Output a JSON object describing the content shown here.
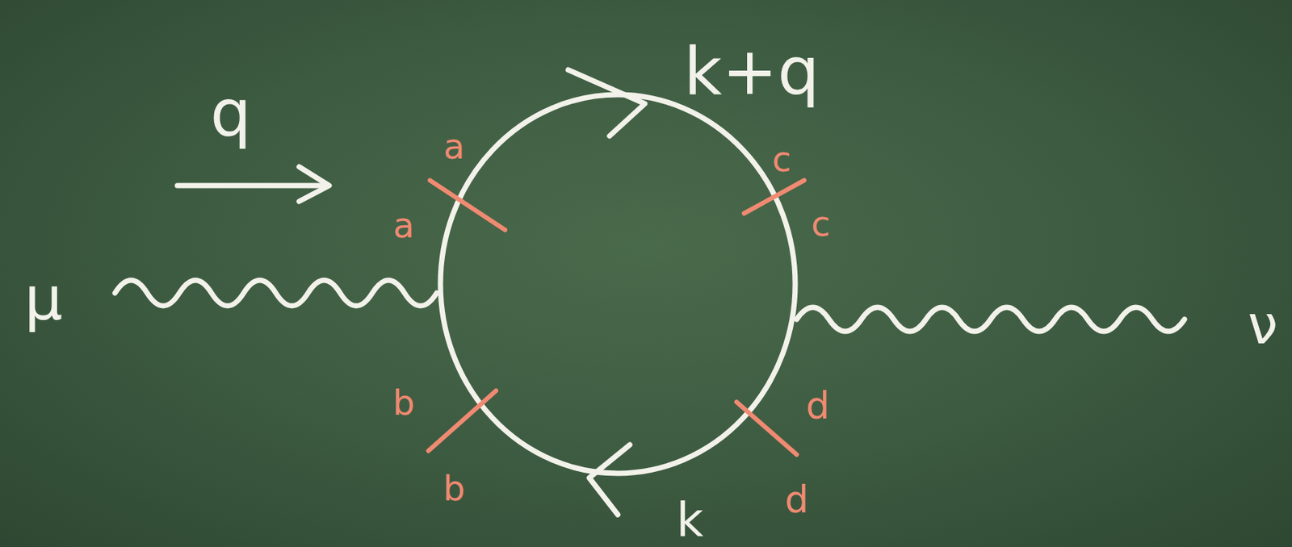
{
  "diagram": {
    "labels": [
      "q",
      "k+q",
      "a",
      "c",
      "a",
      "μ",
      "c",
      "ν",
      "b",
      "d",
      "b",
      "d",
      "k"
    ]
  }
}
